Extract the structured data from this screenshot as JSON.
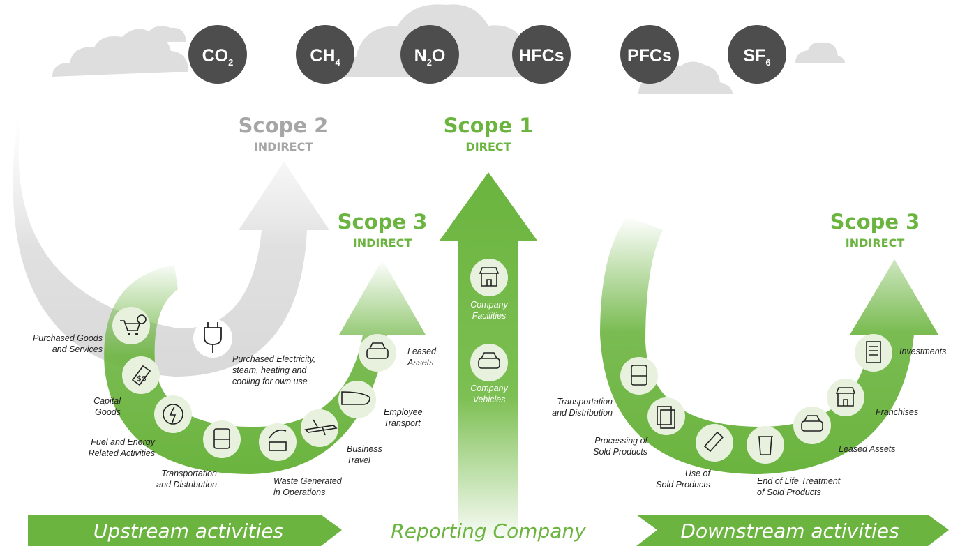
{
  "gases": [
    {
      "main": "CO",
      "sub": "2"
    },
    {
      "main": "CH",
      "sub": "4"
    },
    {
      "main": "N",
      "sub": "2",
      "tail": "O"
    },
    {
      "main": "HFCs",
      "sub": ""
    },
    {
      "main": "PFCs",
      "sub": ""
    },
    {
      "main": "SF",
      "sub": "6"
    }
  ],
  "scope2": {
    "title": "Scope 2",
    "subtitle": "INDIRECT"
  },
  "scope1": {
    "title": "Scope 1",
    "subtitle": "DIRECT"
  },
  "scope3_up": {
    "title": "Scope 3",
    "subtitle": "INDIRECT"
  },
  "scope3_down": {
    "title": "Scope 3",
    "subtitle": "INDIRECT"
  },
  "upstream": {
    "purchased_goods": [
      "Purchased Goods",
      "and Services"
    ],
    "capital_goods": [
      "Capital",
      "Goods"
    ],
    "fuel_energy": [
      "Fuel and Energy",
      "Related Activities"
    ],
    "transportation": [
      "Transportation",
      "and Distribution"
    ],
    "waste": [
      "Waste Generated",
      "in Operations"
    ],
    "business_travel": [
      "Business",
      "Travel"
    ],
    "employee_transport": [
      "Employee",
      "Transport"
    ],
    "leased_assets": [
      "Leased",
      "Assets"
    ],
    "purchased_electricity": [
      "Purchased Electricity,",
      "steam, heating and",
      "cooling for own use"
    ]
  },
  "company": {
    "facilities": [
      "Company",
      "Facilities"
    ],
    "vehicles": [
      "Company",
      "Vehicles"
    ]
  },
  "downstream": {
    "transportation": [
      "Transportation",
      "and Distribution"
    ],
    "processing": [
      "Processing of",
      "Sold Products"
    ],
    "use": [
      "Use of",
      "Sold Products"
    ],
    "end_of_life": [
      "End of Life Treatment",
      "of Sold Products"
    ],
    "leased_assets": [
      "Leased Assets"
    ],
    "franchises": [
      "Franchises"
    ],
    "investments": [
      "Investments"
    ]
  },
  "banners": {
    "upstream": "Upstream activities",
    "reporting": "Reporting Company",
    "downstream": "Downstream activities"
  },
  "colors": {
    "green": "#6bb43f",
    "green_dark": "#5a9e33",
    "gray_text": "#a6a6a6",
    "gas_circle": "#4d4d4d",
    "cloud": "#dedede"
  }
}
